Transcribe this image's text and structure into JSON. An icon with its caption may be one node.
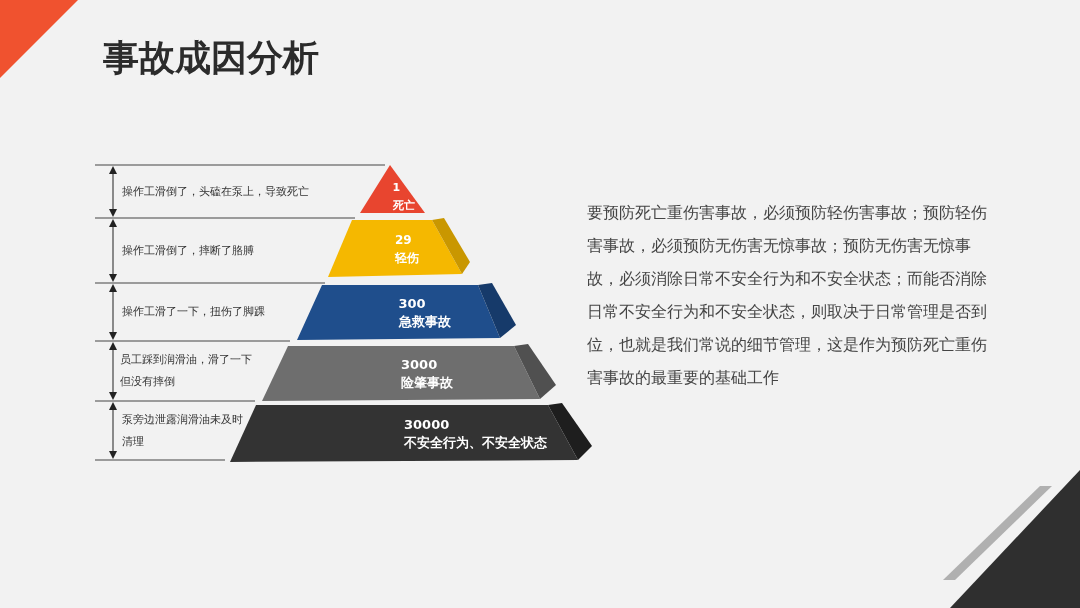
{
  "diagram": {
    "title": "事故成因分析",
    "nodes": [
      {
        "text": [
          "1",
          "死亡"
        ]
      },
      {
        "text": [
          "29",
          "轻伤"
        ]
      },
      {
        "text": [
          "300",
          "急救事故"
        ]
      },
      {
        "text": [
          "3000",
          "险肇事故"
        ]
      },
      {
        "text": [
          "30000",
          "不安全行为、不安全状态"
        ]
      }
    ],
    "labels": [
      "操作工滑倒了，头磕在泵上，导致死亡",
      "操作工滑倒了，摔断了胳膊",
      "操作工滑了一下，扭伤了脚踝",
      "员工踩到润滑油，滑了一下但没有摔倒",
      "泵旁边泄露润滑油未及时清理",
      "要预防死亡重伤害事故，必须预防轻伤害事故；预防轻伤害事故，必须预防无伤害无惊事故；预防无伤害无惊事故，必须消除日常不安全行为和不安全状态；而能否消除日常不安全行为和不安全状态，则取决于日常管理是否到位，也就是我们常说的细节管理，这是作为预防死亡重伤害事故的最重要的基础工作"
    ]
  }
}
